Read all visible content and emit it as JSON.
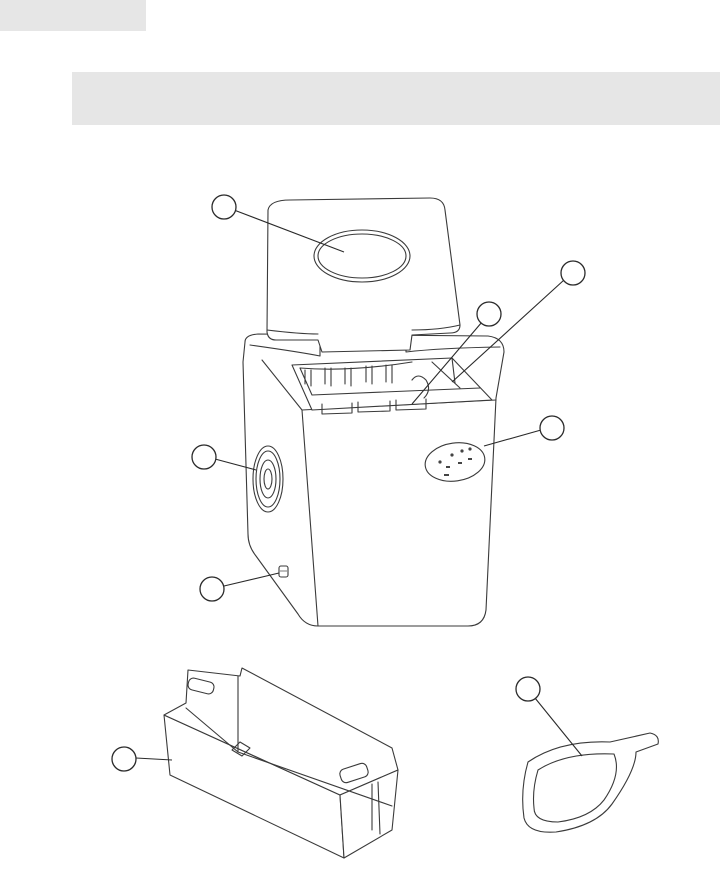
{
  "page": {
    "header_tab": "",
    "section_title": ""
  },
  "figure": {
    "parts": [
      {
        "id": "lid-window",
        "icon": "lid-window-icon"
      },
      {
        "id": "ice-basket-area",
        "icon": "basket-icon"
      },
      {
        "id": "water-reservoir",
        "icon": "reservoir-icon"
      },
      {
        "id": "control-panel",
        "icon": "control-panel-icon"
      },
      {
        "id": "air-vent",
        "icon": "vent-icon"
      },
      {
        "id": "drain-plug",
        "icon": "drain-plug-icon"
      },
      {
        "id": "ice-basket",
        "icon": "ice-basket-icon"
      },
      {
        "id": "ice-scoop",
        "icon": "scoop-icon"
      }
    ],
    "colors": {
      "line": "#3a3a3a",
      "band": "#e6e6e6",
      "background": "#ffffff"
    }
  }
}
